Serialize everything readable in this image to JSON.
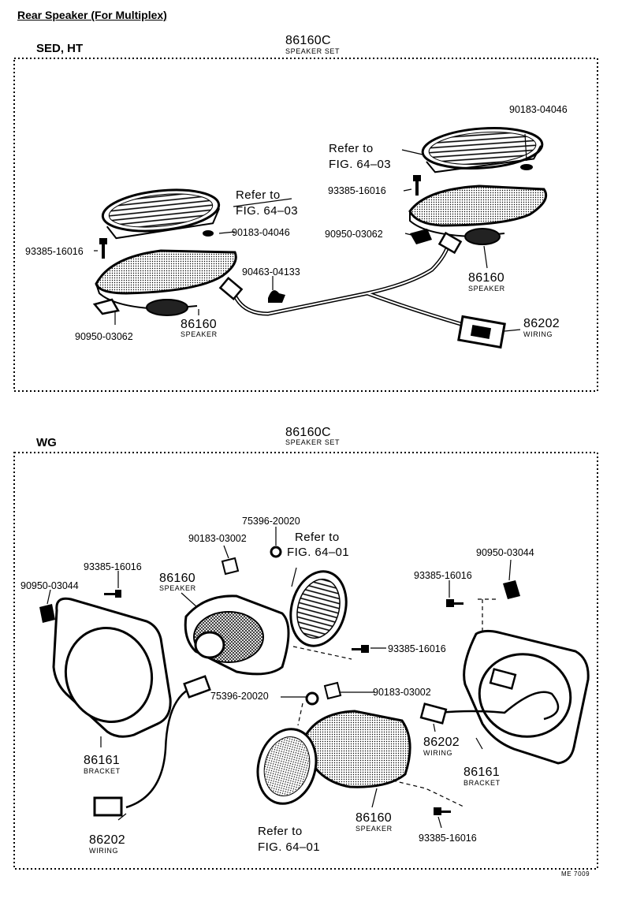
{
  "header": {
    "title": "Rear Speaker (For Multiplex)"
  },
  "sedan": {
    "label": "SED, HT",
    "set_number": "86160C",
    "set_name": "SPEAKER SET",
    "refer_left": [
      "Refer to",
      "FIG. 64–03"
    ],
    "refer_right": [
      "Refer to",
      "FIG. 64–03"
    ],
    "parts": {
      "nut_right": "90183-04046",
      "nut_left": "90183-04046",
      "screw_right": "93385-16016",
      "screw_left": "93385-16016",
      "clip_right": "90950-03062",
      "clip_left": "90950-03062",
      "clamp": "90463-04133",
      "speaker_right_no": "86160",
      "speaker_right_name": "SPEAKER",
      "speaker_left_no": "86160",
      "speaker_left_name": "SPEAKER",
      "wiring_no": "86202",
      "wiring_name": "WIRING"
    }
  },
  "wagon": {
    "label": "WG",
    "set_number": "86160C",
    "set_name": "SPEAKER SET",
    "refer_top": [
      "Refer to",
      "FIG. 64–01"
    ],
    "refer_bottom": [
      "Refer to",
      "FIG. 64–01"
    ],
    "parts": {
      "clip_top_left": "90950-03044",
      "clip_top_right": "90950-03044",
      "screw_left": "93385-16016",
      "screw_right": "93385-16016",
      "screw_mid": "93385-16016",
      "screw_bottom": "93385-16016",
      "nut_top": "90183-03002",
      "nut_mid": "90183-03002",
      "washer_top": "75396-20020",
      "washer_mid": "75396-20020",
      "speaker_left_no": "86160",
      "speaker_left_name": "SPEAKER",
      "speaker_bottom_no": "86160",
      "speaker_bottom_name": "SPEAKER",
      "bracket_left_no": "86161",
      "bracket_left_name": "BRACKET",
      "bracket_right_no": "86161",
      "bracket_right_name": "BRACKET",
      "wiring_left_no": "86202",
      "wiring_left_name": "WIRING",
      "wiring_right_no": "86202",
      "wiring_right_name": "WIRING"
    }
  },
  "footer": {
    "code": "ME   7009"
  }
}
